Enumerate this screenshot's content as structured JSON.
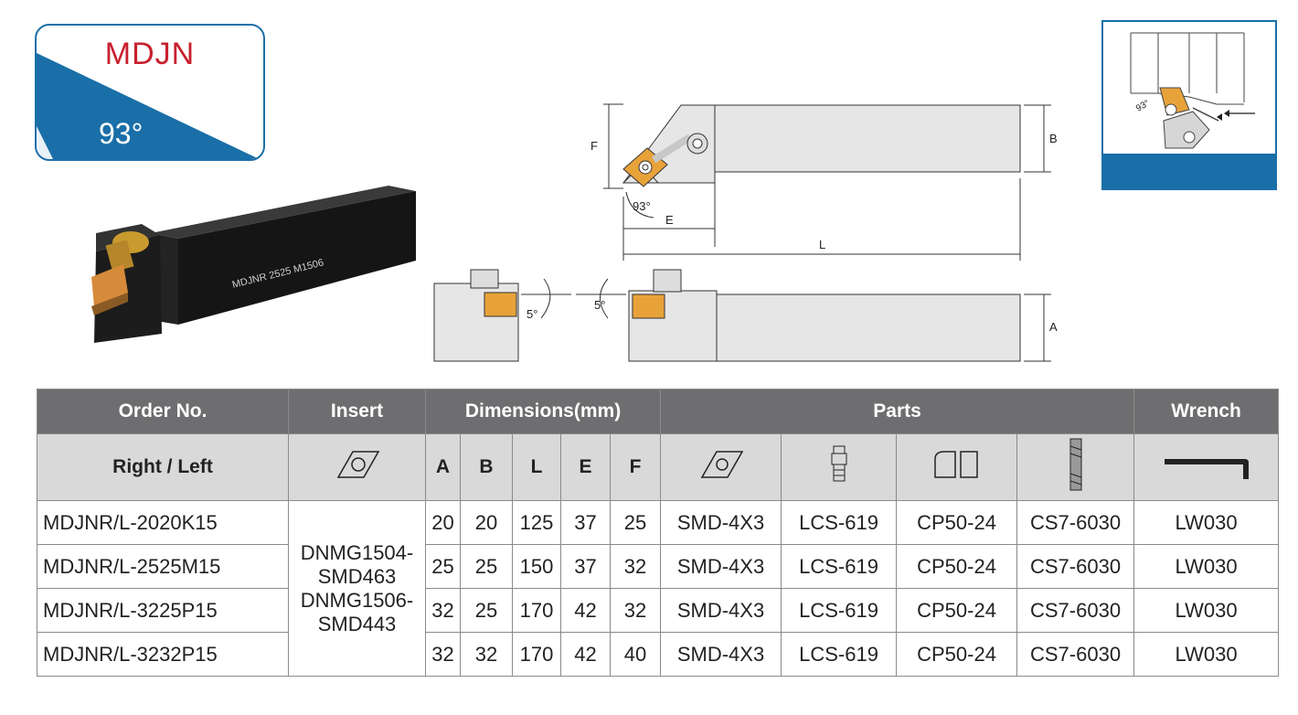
{
  "badge": {
    "code": "MDJN",
    "angle": "93°"
  },
  "product_marking": "MDJNR 2525 M1506",
  "drawing_labels": {
    "F": "F",
    "B": "B",
    "E": "E",
    "L": "L",
    "A": "A",
    "angle_main": "93°",
    "angle_side_right": "5°",
    "angle_side_left": "5°",
    "inset_angle": "93°"
  },
  "table": {
    "header_top": {
      "order_no": "Order No.",
      "insert": "Insert",
      "dimensions": "Dimensions(mm)",
      "parts": "Parts",
      "wrench": "Wrench"
    },
    "header_sub": {
      "right_left": "Right / Left",
      "dims": [
        "A",
        "B",
        "L",
        "E",
        "F"
      ]
    },
    "insert_text": [
      "DNMG1504-",
      "SMD463",
      "DNMG1506-",
      "SMD443"
    ],
    "rows": [
      {
        "order": "MDJNR/L-2020K15",
        "A": "20",
        "B": "20",
        "L": "125",
        "E": "37",
        "F": "25",
        "shim": "SMD-4X3",
        "lever": "LCS-619",
        "clamp": "CP50-24",
        "screw": "CS7-6030",
        "wrench": "LW030"
      },
      {
        "order": "MDJNR/L-2525M15",
        "A": "25",
        "B": "25",
        "L": "150",
        "E": "37",
        "F": "32",
        "shim": "SMD-4X3",
        "lever": "LCS-619",
        "clamp": "CP50-24",
        "screw": "CS7-6030",
        "wrench": "LW030"
      },
      {
        "order": "MDJNR/L-3225P15",
        "A": "32",
        "B": "25",
        "L": "170",
        "E": "42",
        "F": "32",
        "shim": "SMD-4X3",
        "lever": "LCS-619",
        "clamp": "CP50-24",
        "screw": "CS7-6030",
        "wrench": "LW030"
      },
      {
        "order": "MDJNR/L-3232P15",
        "A": "32",
        "B": "32",
        "L": "170",
        "E": "42",
        "F": "40",
        "shim": "SMD-4X3",
        "lever": "LCS-619",
        "clamp": "CP50-24",
        "screw": "CS7-6030",
        "wrench": "LW030"
      }
    ]
  },
  "colors": {
    "brand_blue": "#1a6fa8",
    "brand_red": "#c8202e",
    "header_dark": "#6e6e70",
    "header_light": "#d9d9d9",
    "insert_orange": "#e8a23a"
  }
}
